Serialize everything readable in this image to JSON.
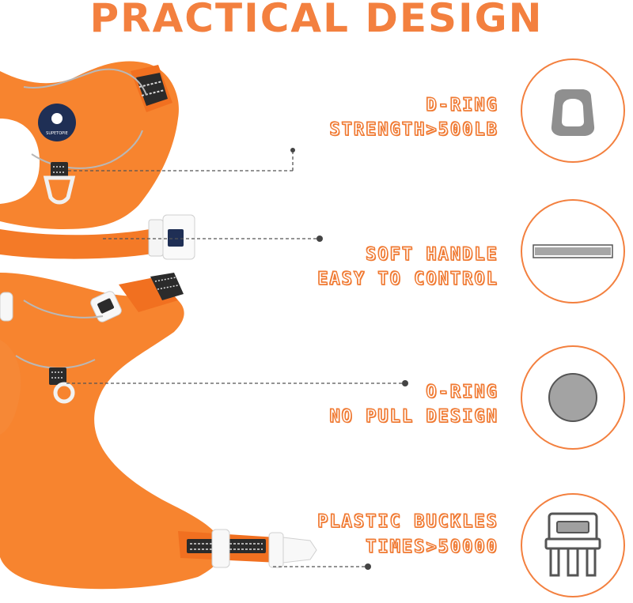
{
  "title": "PRACTICAL DESIGN",
  "features": [
    {
      "line1": "D-RING",
      "line2": "STRENGTH>500LB",
      "icon": "d-ring-icon"
    },
    {
      "line1": "SOFT HANDLE",
      "line2": "EASY TO CONTROL",
      "icon": "soft-handle-icon"
    },
    {
      "line1": "O-RING",
      "line2": "NO PULL DESIGN",
      "icon": "o-ring-icon"
    },
    {
      "line1": "PLASTIC BUCKLES",
      "line2": "TIMES>50000",
      "icon": "buckle-icon"
    }
  ],
  "brand": {
    "label": "SUPETOPIE"
  },
  "colors": {
    "accent": "#f3803f",
    "harness": "#f7842f",
    "icon_gray": "#a0a0a0"
  }
}
